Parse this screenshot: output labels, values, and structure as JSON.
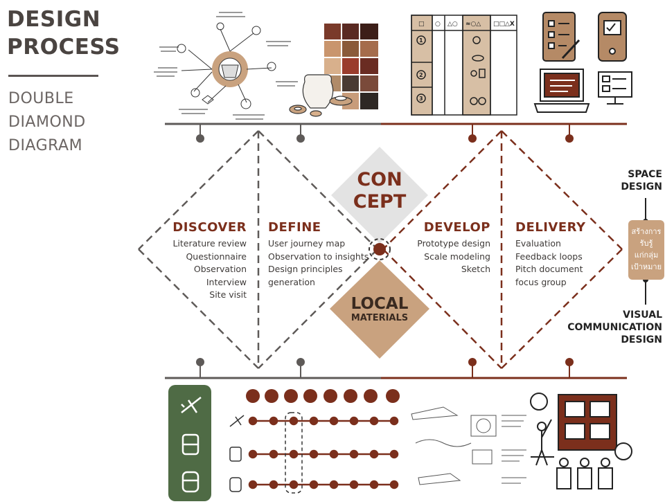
{
  "title": {
    "line1": "DESIGN",
    "line2": "PROCESS",
    "sub1": "DOUBLE",
    "sub2": "DIAMOND",
    "sub3": "DIAGRAM"
  },
  "center": {
    "concept1": "CON",
    "concept2": "CEPT",
    "local1": "LOCAL",
    "local2": "MATERIALS"
  },
  "phases": [
    {
      "title": "DISCOVER",
      "items": [
        "Literature review",
        "Questionnaire",
        "Observation",
        "Interview",
        "Site visit"
      ]
    },
    {
      "title": "DEFINE",
      "items": [
        "User journey map",
        "Observation to insights",
        "Design principles",
        "generation"
      ]
    },
    {
      "title": "DEVELOP",
      "items": [
        "Prototype design",
        "Scale modeling",
        "Sketch"
      ]
    },
    {
      "title": "DELIVERY",
      "items": [
        "Evaluation",
        "Feedback loops",
        "Pitch document",
        "focus group"
      ]
    }
  ],
  "side": {
    "space_design": [
      "SPACE",
      "DESIGN"
    ],
    "thai_box": [
      "สร้างการ",
      "รับรู้",
      "แก่กลุ่ม",
      "เป้าหมาย"
    ],
    "visual_design": [
      "VISUAL",
      "COMMUNICATION",
      "DESIGN"
    ]
  },
  "table_marks": {
    "header": [
      "□",
      "○",
      "△○",
      "≈○△",
      "□□△X"
    ],
    "rows": [
      "1",
      "2",
      "3"
    ]
  },
  "colors": {
    "gray": "#5e5a58",
    "brown": "#7b2f1c",
    "tan": "#c9a27f",
    "concept_bg": "#e3e3e3",
    "green": "#4f6b45"
  }
}
